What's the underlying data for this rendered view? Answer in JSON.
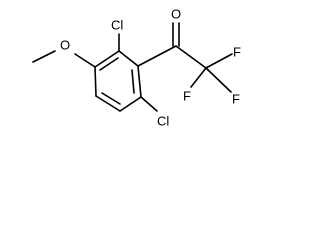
{
  "molecule": {
    "atoms": {
      "cl_top": "Cl",
      "cl_bottom": "Cl",
      "o_carbonyl": "O",
      "o_ether": "O",
      "f_top": "F",
      "f_mid": "F",
      "f_left": "F"
    },
    "colors": {
      "bond": "#000000",
      "label": "#000000",
      "background": "#ffffff"
    }
  }
}
